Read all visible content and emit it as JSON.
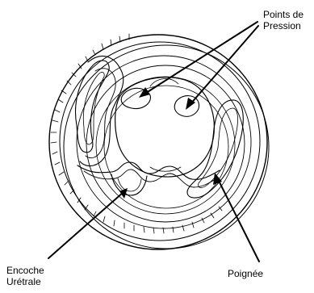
{
  "diagram": {
    "labels": {
      "pressure_points": [
        "Points de",
        "Pression"
      ],
      "urethral_notch": [
        "Encoche",
        "Urétrale"
      ],
      "handle": "Poignée"
    },
    "colors": {
      "line": "#000000",
      "background": "#ffffff"
    }
  }
}
